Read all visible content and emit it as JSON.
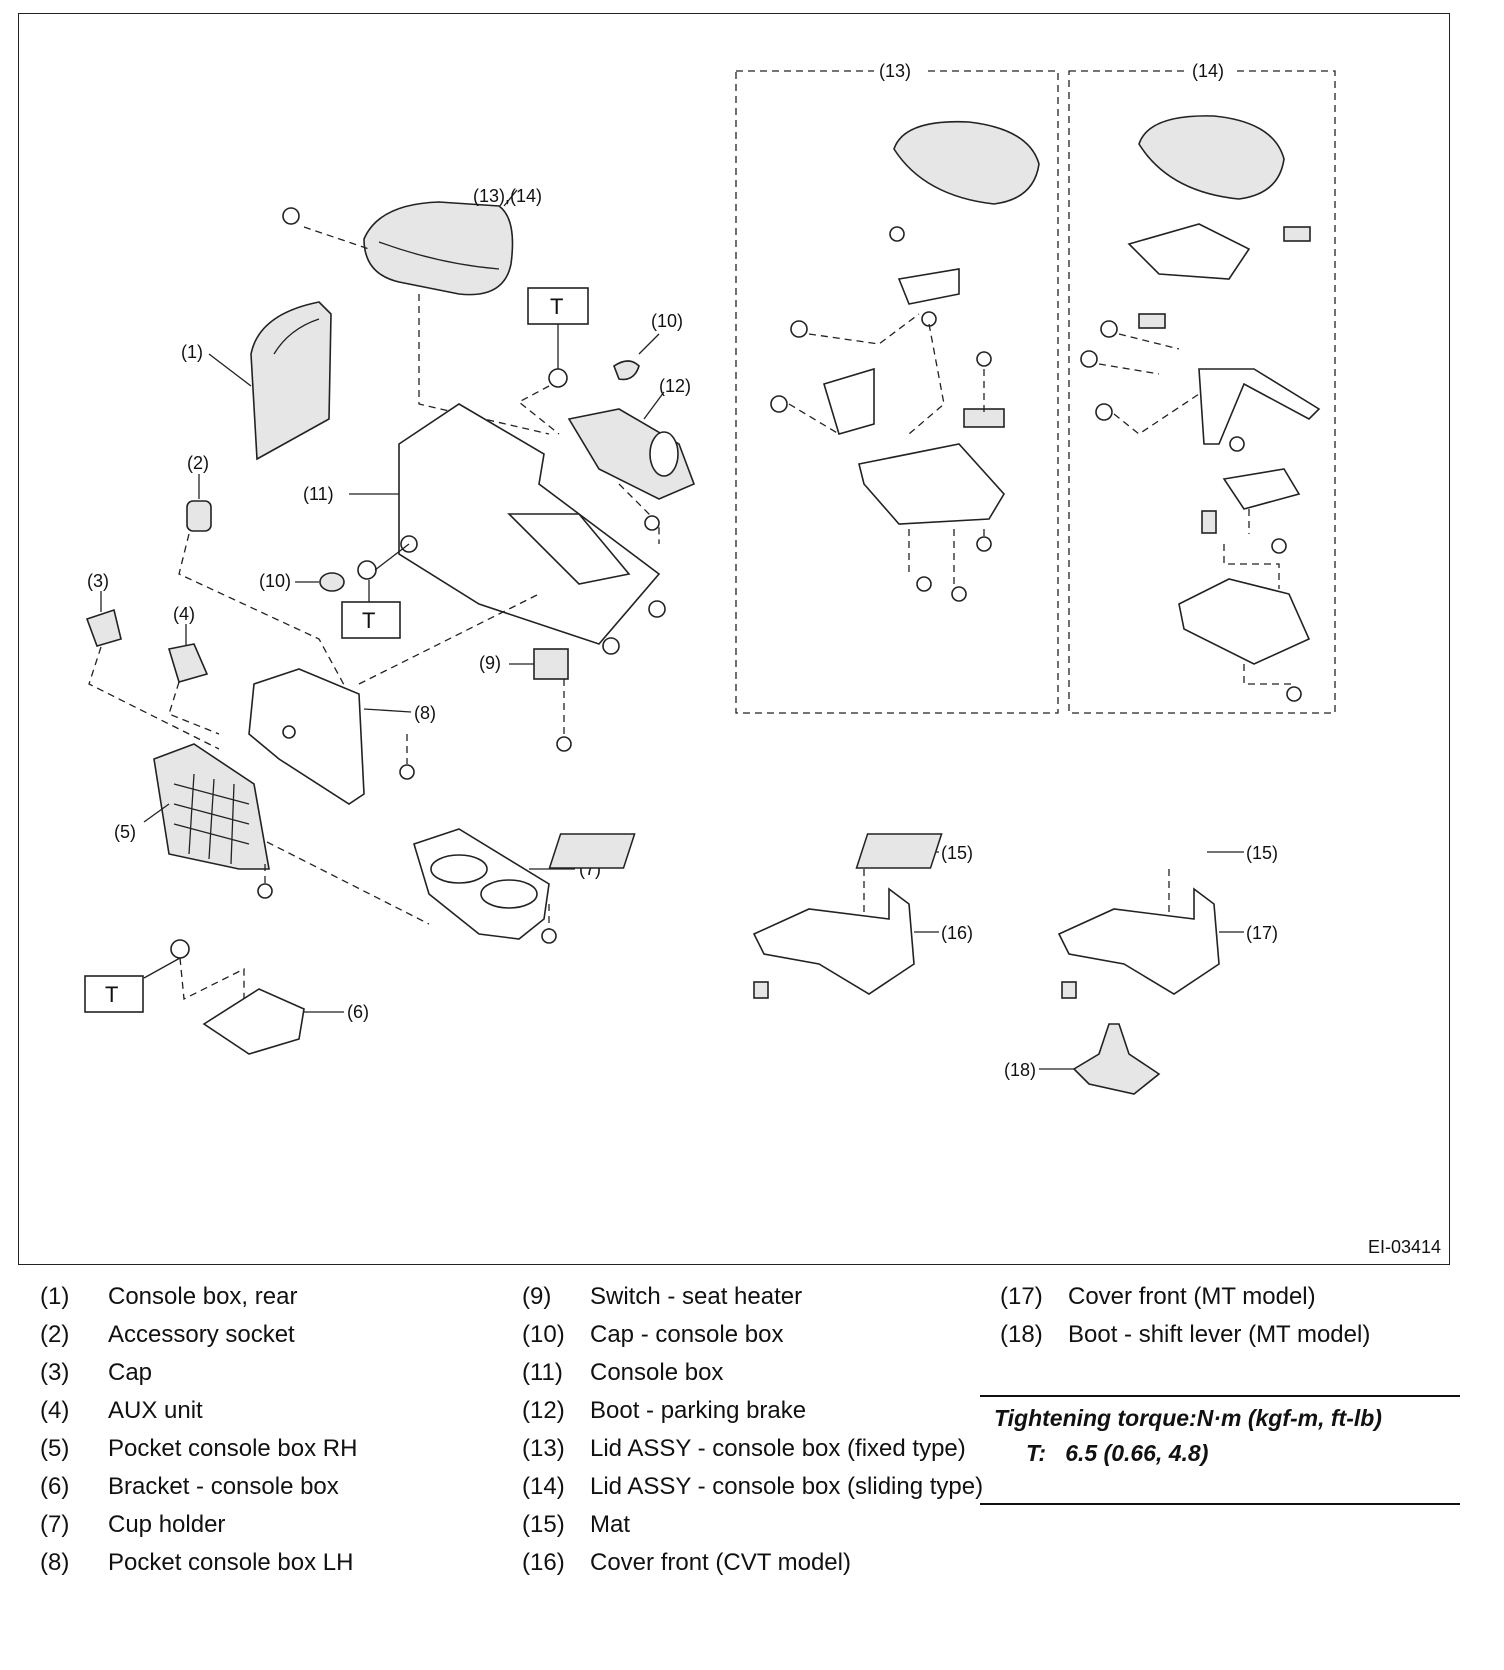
{
  "diagram": {
    "figure_id": "EI-03414",
    "callouts": {
      "c1": "(1)",
      "c2": "(2)",
      "c3": "(3)",
      "c4": "(4)",
      "c5": "(5)",
      "c6": "(6)",
      "c7": "(7)",
      "c8": "(8)",
      "c9": "(9)",
      "c10a": "(10)",
      "c10b": "(10)",
      "c11": "(11)",
      "c12": "(12)",
      "c1314": "(13),(14)",
      "c13box": "(13)",
      "c14box": "(14)",
      "c15a": "(15)",
      "c15b": "(15)",
      "c16": "(16)",
      "c17": "(17)",
      "c18": "(18)"
    },
    "torque_marks": {
      "t1": "T",
      "t2": "T",
      "t3": "T"
    }
  },
  "legend": {
    "column1": [
      {
        "num": "(1)",
        "text": "Console box, rear"
      },
      {
        "num": "(2)",
        "text": "Accessory socket"
      },
      {
        "num": "(3)",
        "text": "Cap"
      },
      {
        "num": "(4)",
        "text": "AUX unit"
      },
      {
        "num": "(5)",
        "text": "Pocket console box RH"
      },
      {
        "num": "(6)",
        "text": "Bracket - console box"
      },
      {
        "num": "(7)",
        "text": "Cup holder"
      },
      {
        "num": "(8)",
        "text": "Pocket console box LH"
      }
    ],
    "column2": [
      {
        "num": "(9)",
        "text": "Switch - seat heater"
      },
      {
        "num": "(10)",
        "text": "Cap - console box"
      },
      {
        "num": "(11)",
        "text": "Console box"
      },
      {
        "num": "(12)",
        "text": "Boot - parking brake"
      },
      {
        "num": "(13)",
        "text": "Lid ASSY - console box (fixed type)"
      },
      {
        "num": "(14)",
        "text": "Lid ASSY - console box (sliding type)"
      },
      {
        "num": "(15)",
        "text": "Mat"
      },
      {
        "num": "(16)",
        "text": "Cover front (CVT model)"
      }
    ],
    "column3": [
      {
        "num": "(17)",
        "text": "Cover front (MT model)"
      },
      {
        "num": "(18)",
        "text": "Boot - shift lever (MT model)"
      }
    ],
    "torque": {
      "heading": "Tightening torque:N·m (kgf-m, ft-lb)",
      "mark": "T:",
      "value": "6.5 (0.66, 4.8)"
    }
  }
}
